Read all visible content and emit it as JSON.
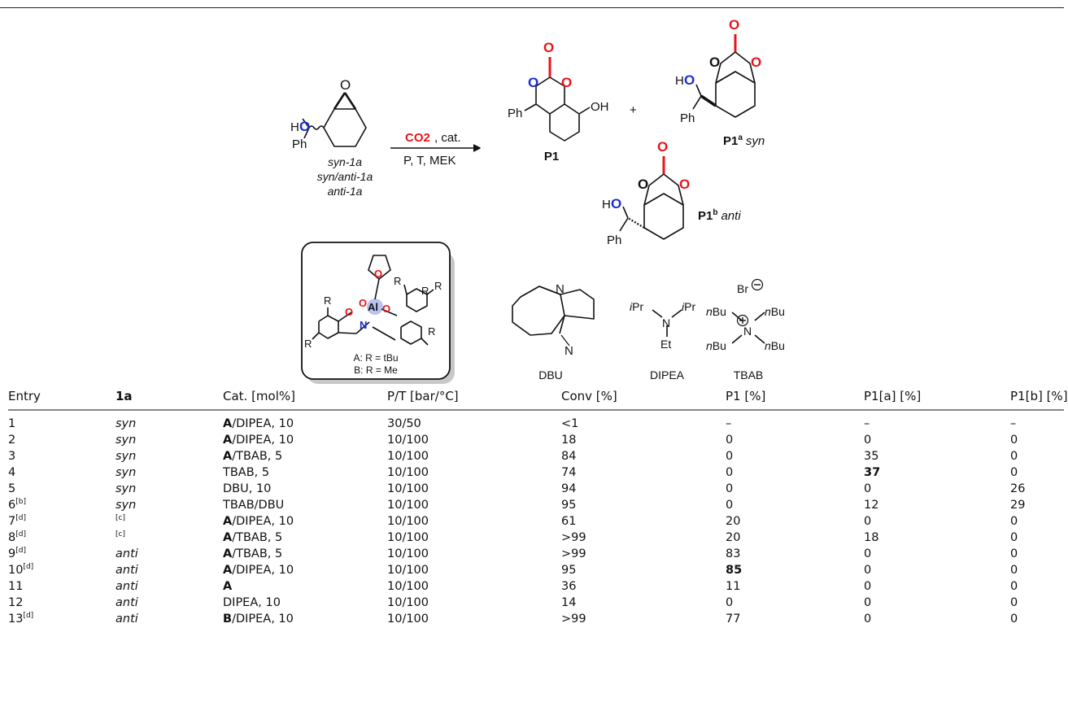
{
  "scheme": {
    "reagent_co2": "CO2",
    "reagent_cat": ", cat.",
    "conditions": "P, T, MEK",
    "substrate_labels": [
      "syn-1a",
      "syn/anti-1a",
      "anti-1a"
    ],
    "products": {
      "p1": "P1",
      "p1a": "P1",
      "p1a_sup": "a",
      "p1a_suffix": "syn",
      "p1b": "P1",
      "p1b_sup": "b",
      "p1b_suffix": "anti",
      "plus": "+"
    },
    "catalyst_box": {
      "a": "A: R = tBu",
      "b": "B: R = Me"
    },
    "reagent_names": [
      "DBU",
      "DIPEA",
      "TBAB"
    ],
    "atom_labels": {
      "ph": "Ph",
      "oh": "OH",
      "ho": "HO",
      "o": "O",
      "n": "N",
      "r": "R",
      "al": "Al",
      "br": "Br",
      "ipr": "iPr",
      "nbu": "nBu",
      "et": "Et"
    }
  },
  "table": {
    "headers": [
      "Entry",
      "1a",
      "Cat. [mol%]",
      "P/T [bar/°C]",
      "Conv [%]",
      "P1 [%]",
      "P1[a] [%]",
      "P1[b] [%]"
    ],
    "rows": [
      {
        "entry": "1",
        "sup": "",
        "sub": "syn",
        "sub_sup": "",
        "cat_bold": "A",
        "cat_rest": "/DIPEA, 10",
        "pt": "30/50",
        "conv": "<1",
        "p1": "–",
        "p1a": "–",
        "p1b": "–",
        "bold_p1": false,
        "bold_p1a": false
      },
      {
        "entry": "2",
        "sup": "",
        "sub": "syn",
        "sub_sup": "",
        "cat_bold": "A",
        "cat_rest": "/DIPEA, 10",
        "pt": "10/100",
        "conv": "18",
        "p1": "0",
        "p1a": "0",
        "p1b": "0",
        "bold_p1": false,
        "bold_p1a": false
      },
      {
        "entry": "3",
        "sup": "",
        "sub": "syn",
        "sub_sup": "",
        "cat_bold": "A",
        "cat_rest": "/TBAB, 5",
        "pt": "10/100",
        "conv": "84",
        "p1": "0",
        "p1a": "35",
        "p1b": "0",
        "bold_p1": false,
        "bold_p1a": false
      },
      {
        "entry": "4",
        "sup": "",
        "sub": "syn",
        "sub_sup": "",
        "cat_bold": "",
        "cat_rest": "TBAB, 5",
        "pt": "10/100",
        "conv": "74",
        "p1": "0",
        "p1a": "37",
        "p1b": "0",
        "bold_p1": false,
        "bold_p1a": true
      },
      {
        "entry": "5",
        "sup": "",
        "sub": "syn",
        "sub_sup": "",
        "cat_bold": "",
        "cat_rest": "DBU, 10",
        "pt": "10/100",
        "conv": "94",
        "p1": "0",
        "p1a": "0",
        "p1b": "26",
        "bold_p1": false,
        "bold_p1a": false
      },
      {
        "entry": "6",
        "sup": "[b]",
        "sub": "syn",
        "sub_sup": "",
        "cat_bold": "",
        "cat_rest": "TBAB/DBU",
        "pt": "10/100",
        "conv": "95",
        "p1": "0",
        "p1a": "12",
        "p1b": "29",
        "bold_p1": false,
        "bold_p1a": false
      },
      {
        "entry": "7",
        "sup": "[d]",
        "sub": "",
        "sub_sup": "[c]",
        "cat_bold": "A",
        "cat_rest": "/DIPEA, 10",
        "pt": "10/100",
        "conv": "61",
        "p1": "20",
        "p1a": "0",
        "p1b": "0",
        "bold_p1": false,
        "bold_p1a": false
      },
      {
        "entry": "8",
        "sup": "[d]",
        "sub": "",
        "sub_sup": "[c]",
        "cat_bold": "A",
        "cat_rest": "/TBAB, 5",
        "pt": "10/100",
        "conv": ">99",
        "p1": "20",
        "p1a": "18",
        "p1b": "0",
        "bold_p1": false,
        "bold_p1a": false
      },
      {
        "entry": "9",
        "sup": "[d]",
        "sub": "anti",
        "sub_sup": "",
        "cat_bold": "A",
        "cat_rest": "/TBAB, 5",
        "pt": "10/100",
        "conv": ">99",
        "p1": "83",
        "p1a": "0",
        "p1b": "0",
        "bold_p1": false,
        "bold_p1a": false
      },
      {
        "entry": "10",
        "sup": "[d]",
        "sub": "anti",
        "sub_sup": "",
        "cat_bold": "A",
        "cat_rest": "/DIPEA, 10",
        "pt": "10/100",
        "conv": "95",
        "p1": "85",
        "p1a": "0",
        "p1b": "0",
        "bold_p1": true,
        "bold_p1a": false
      },
      {
        "entry": "11",
        "sup": "",
        "sub": "anti",
        "sub_sup": "",
        "cat_bold": "A",
        "cat_rest": "",
        "pt": "10/100",
        "conv": "36",
        "p1": "11",
        "p1a": "0",
        "p1b": "0",
        "bold_p1": false,
        "bold_p1a": false
      },
      {
        "entry": "12",
        "sup": "",
        "sub": "anti",
        "sub_sup": "",
        "cat_bold": "",
        "cat_rest": "DIPEA, 10",
        "pt": "10/100",
        "conv": "14",
        "p1": "0",
        "p1a": "0",
        "p1b": "0",
        "bold_p1": false,
        "bold_p1a": false
      },
      {
        "entry": "13",
        "sup": "[d]",
        "sub": "anti",
        "sub_sup": "",
        "cat_bold": "B",
        "cat_rest": "/DIPEA, 10",
        "pt": "10/100",
        "conv": ">99",
        "p1": "77",
        "p1a": "0",
        "p1b": "0",
        "bold_p1": false,
        "bold_p1a": false
      }
    ]
  },
  "colors": {
    "red": "#e8141b",
    "blue": "#1a2fd1",
    "ink": "#111111",
    "rule": "#888888"
  }
}
